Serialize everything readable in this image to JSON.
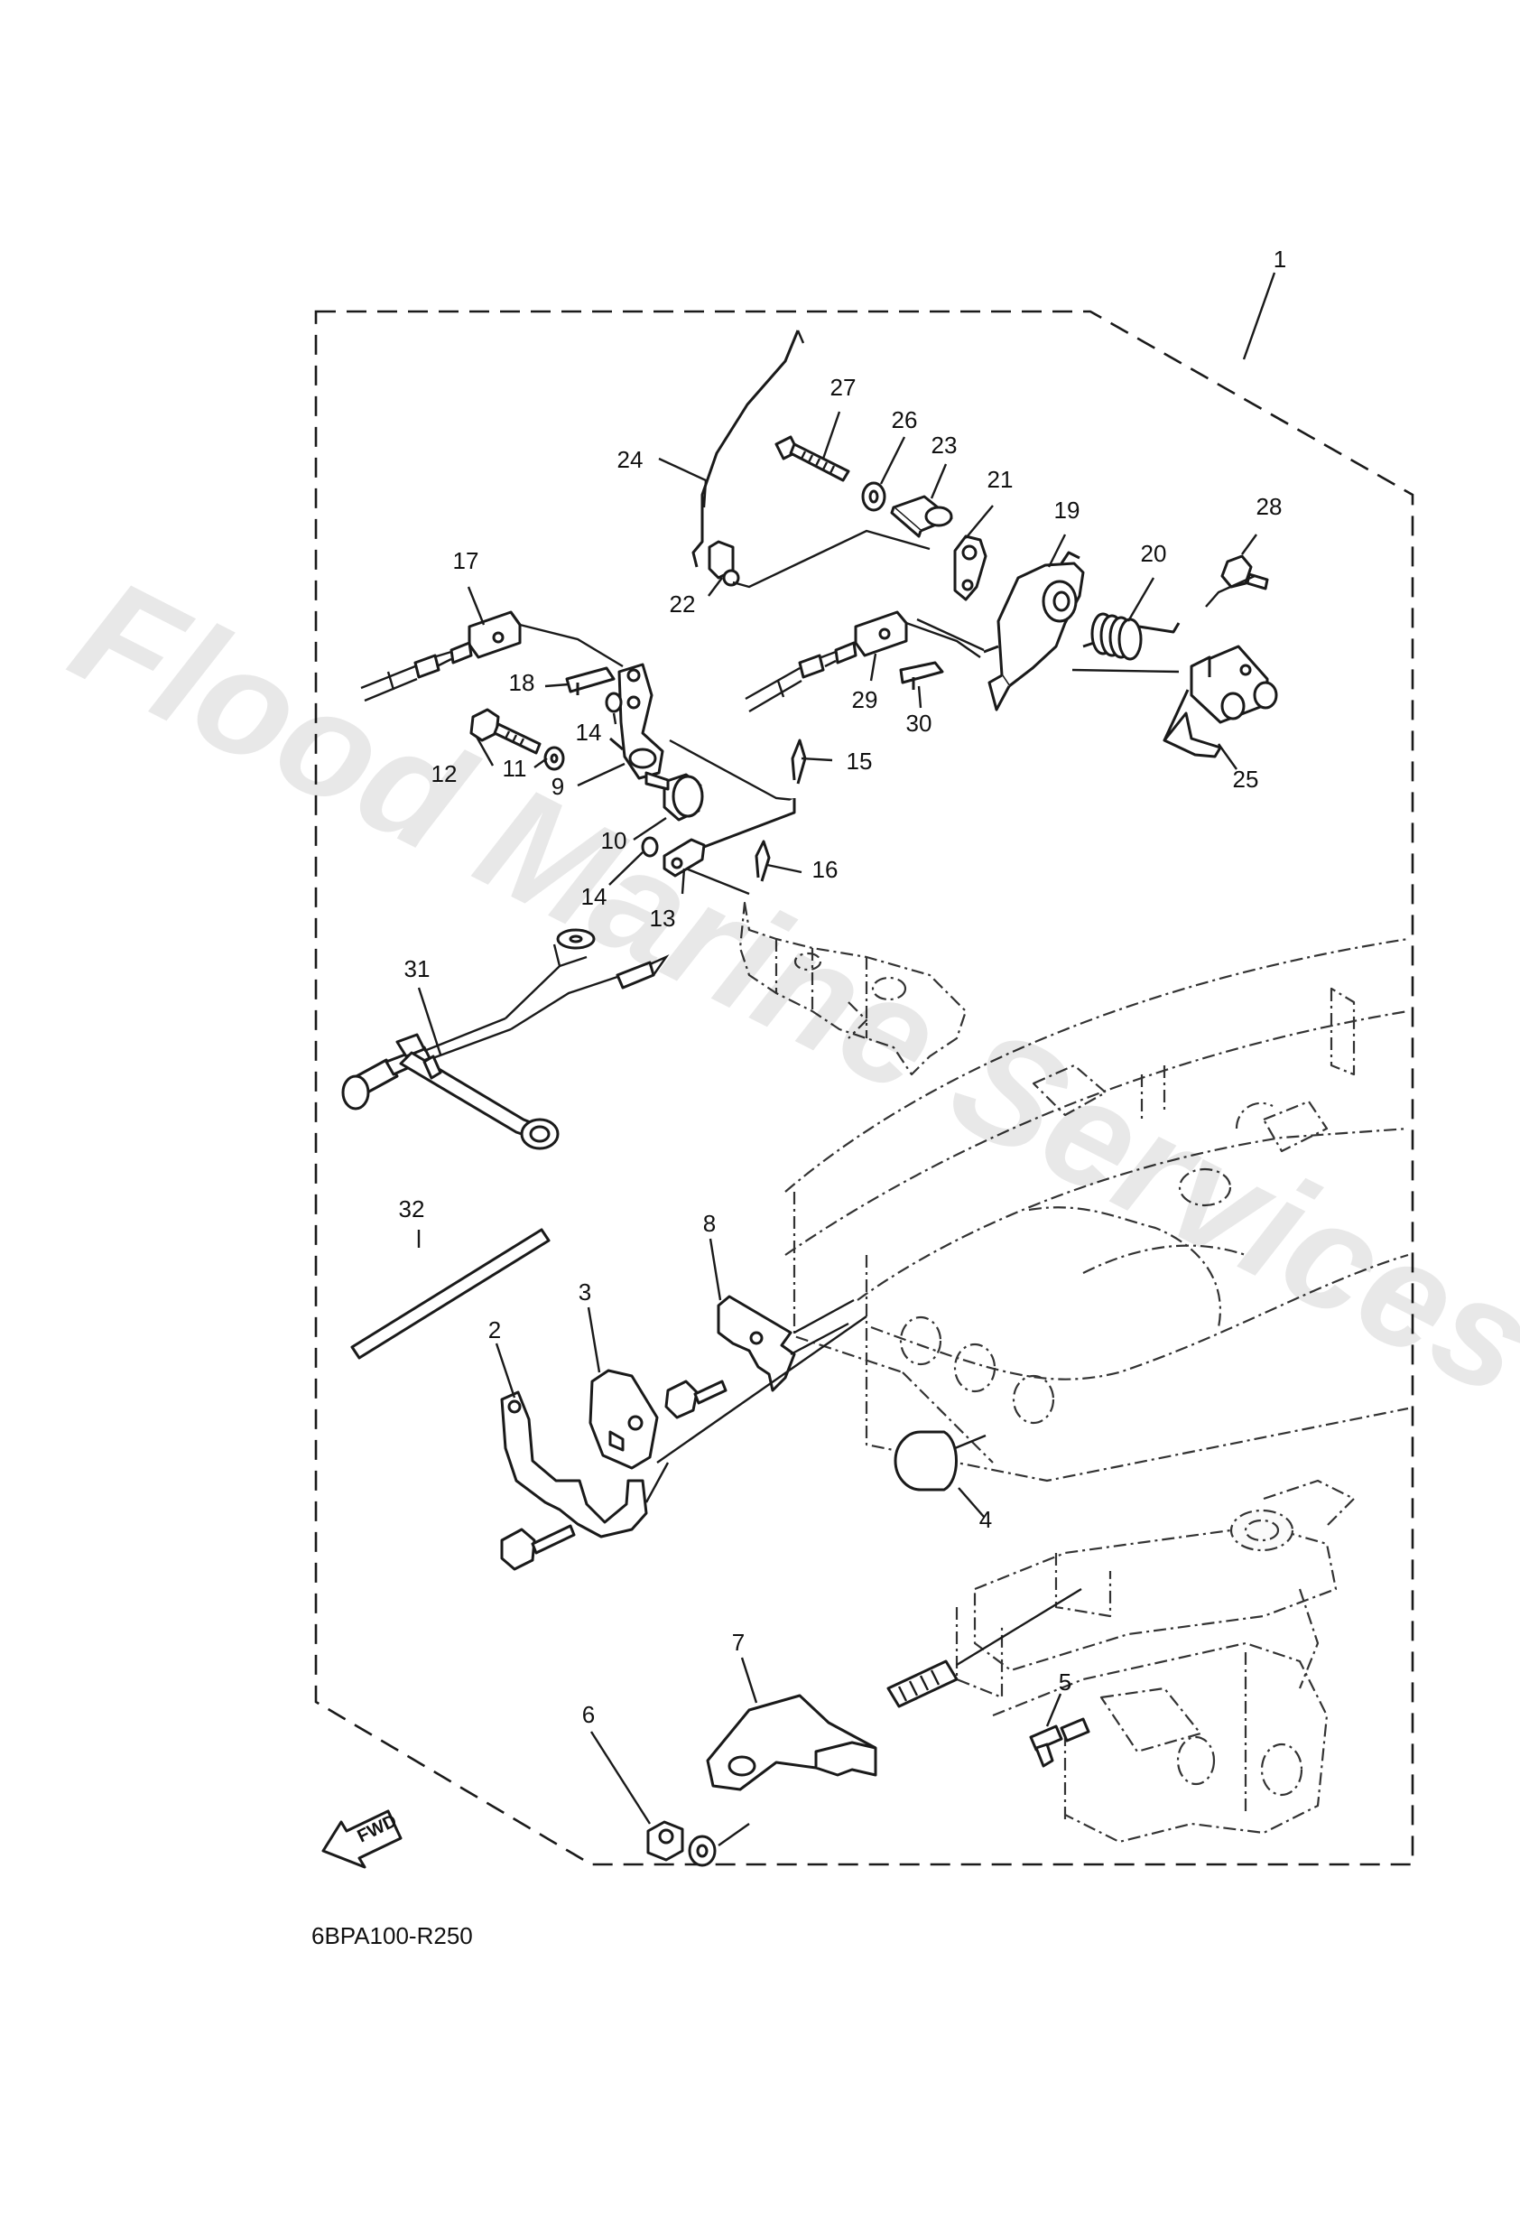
{
  "diagram": {
    "watermark": "Flood Marine Services",
    "drawing_code": "6BPA100-R250",
    "direction_label": "FWD",
    "callouts": [
      "1",
      "2",
      "3",
      "4",
      "5",
      "6",
      "7",
      "8",
      "9",
      "10",
      "11",
      "12",
      "13",
      "14",
      "14",
      "15",
      "16",
      "17",
      "18",
      "19",
      "20",
      "21",
      "22",
      "23",
      "24",
      "25",
      "26",
      "27",
      "28",
      "29",
      "30",
      "31",
      "32"
    ]
  }
}
